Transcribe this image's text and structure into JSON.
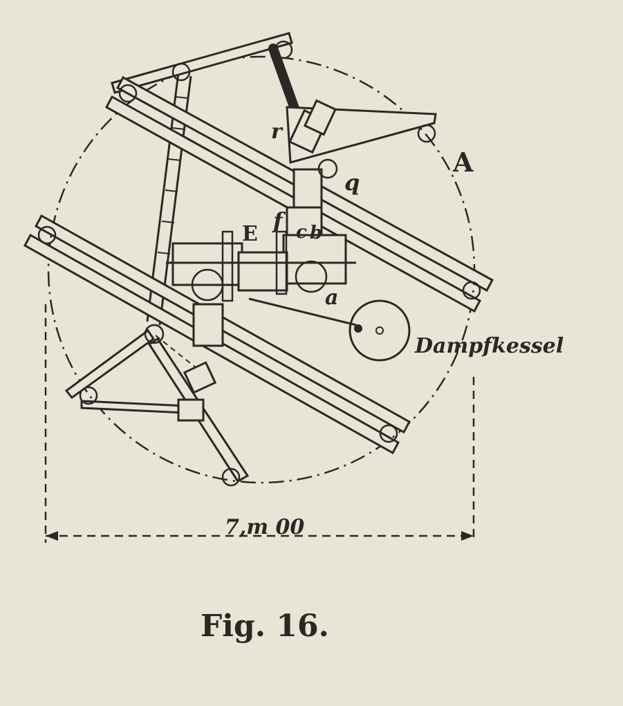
{
  "figure": {
    "caption": "Fig. 16.",
    "labels": {
      "A": "A",
      "r": "r",
      "q": "q",
      "f": "f",
      "E": "E",
      "c": "c",
      "b": "b",
      "a": "a",
      "dampfkessel": "Dampfkessel",
      "dimension": "7,m 00"
    }
  }
}
